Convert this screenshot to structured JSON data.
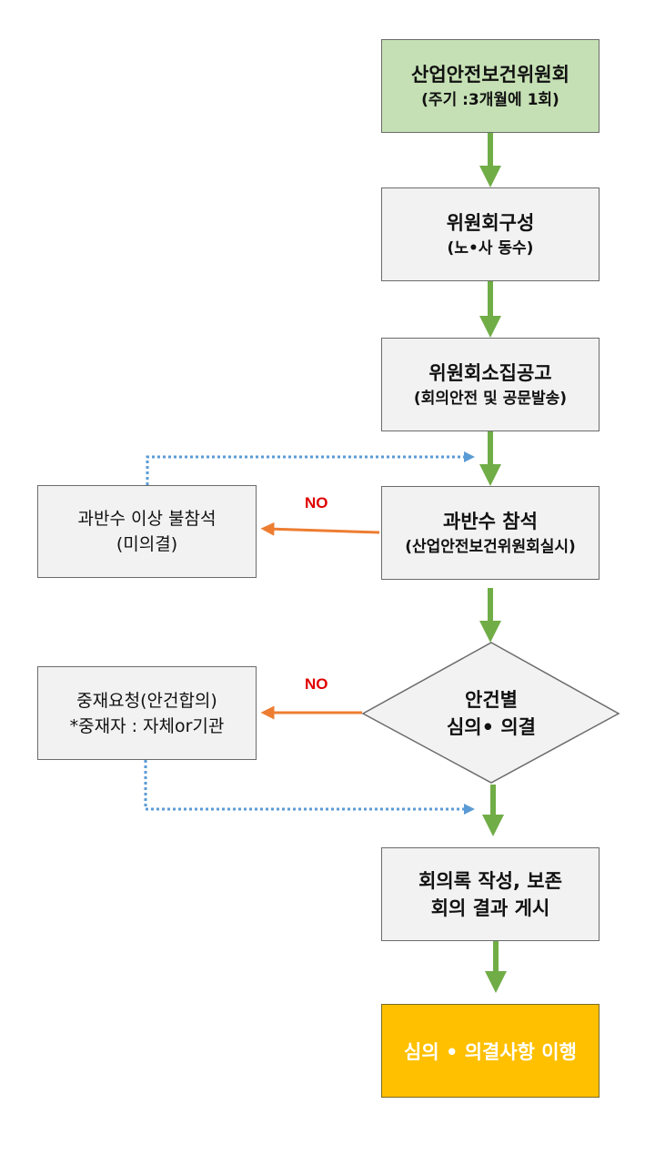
{
  "flow": {
    "start": {
      "line1": "산업안전보건위원회",
      "line2": "(주기 :3개월에 1회)",
      "color": "#c5e0b4"
    },
    "compose": {
      "line1": "위원회구성",
      "line2": "(노•사 동수)"
    },
    "notice": {
      "line1": "위원회소집공고",
      "line2": "(회의안전 및 공문발송)"
    },
    "quorum": {
      "line1": "과반수 참석",
      "line2": "(산업안전보건위원회실시)"
    },
    "decision": {
      "line1": "안건별",
      "line2": "심의• 의결"
    },
    "minutes": {
      "line1": "회의록 작성, 보존",
      "line2": "회의 결과 게시"
    },
    "end": {
      "line1": "심의 • 의결사항 이행",
      "color": "#ffc000"
    }
  },
  "side": {
    "no_quorum": {
      "line1": "과반수 이상 불참석",
      "line2": "(미의결)"
    },
    "mediation": {
      "line1": "중재요청(안건합의)",
      "line2": "*중재자 : 자체or기관"
    }
  },
  "branch_labels": {
    "no_1": "NO",
    "no_2": "NO"
  },
  "colors": {
    "main_arrow": "#70ad47",
    "no_arrow": "#ed7d31",
    "return_line": "#5b9bd5",
    "no_text": "#e00000"
  }
}
